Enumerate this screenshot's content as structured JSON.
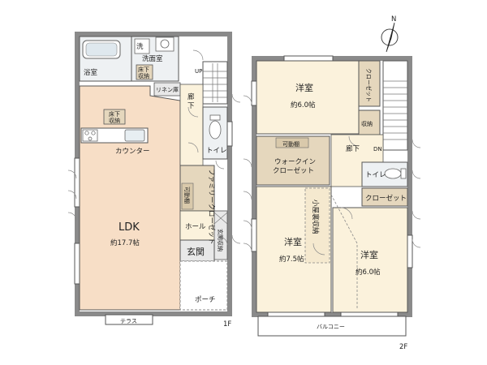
{
  "floor1": {
    "label": "1F",
    "rooms": {
      "bath": "浴室",
      "wash": "洗",
      "washroom": "洗面室",
      "underfloor1": "床下",
      "underfloor1b": "収納",
      "linen": "リネン庫",
      "up": "UP",
      "hall1": "廊",
      "hall1b": "下",
      "toilet1": "トイレ",
      "underfloor2": "床下",
      "underfloor2b": "収納",
      "counter": "カウンター",
      "ldk": "LDK",
      "ldk_size": "約17.7帖",
      "family_closet": "ファミリークローゼット",
      "movable_shelf": "可動棚",
      "hall_entry": "ホール",
      "entrance_storage": "玄関収納",
      "entrance": "玄関",
      "porch": "ポーチ",
      "terrace": "テラス"
    }
  },
  "floor2": {
    "label": "2F",
    "rooms": {
      "western1": "洋室",
      "western1_size": "約6.0帖",
      "closet1": "クローゼット",
      "storage": "収納",
      "hall2": "廊下",
      "dn": "DN",
      "walkin_shelf": "可動棚",
      "walkin": "ウォークイン",
      "walkin_b": "クローゼット",
      "toilet2": "トイレ",
      "closet2": "クローゼット",
      "attic": "小屋裏収納",
      "western2": "洋室",
      "western2_size": "約7.5帖",
      "western3": "洋室",
      "western3_size": "約6.0帖",
      "balcony": "バルコニー"
    }
  },
  "compass": "N",
  "colors": {
    "ldk_floor": "#f7dec6",
    "wood_floor": "#fbf2dc",
    "closet_fill": "#e5d7bd",
    "wet_fill": "#eef1f3",
    "wall": "#8a8a8a",
    "grey_fill": "#e8e8e8"
  }
}
